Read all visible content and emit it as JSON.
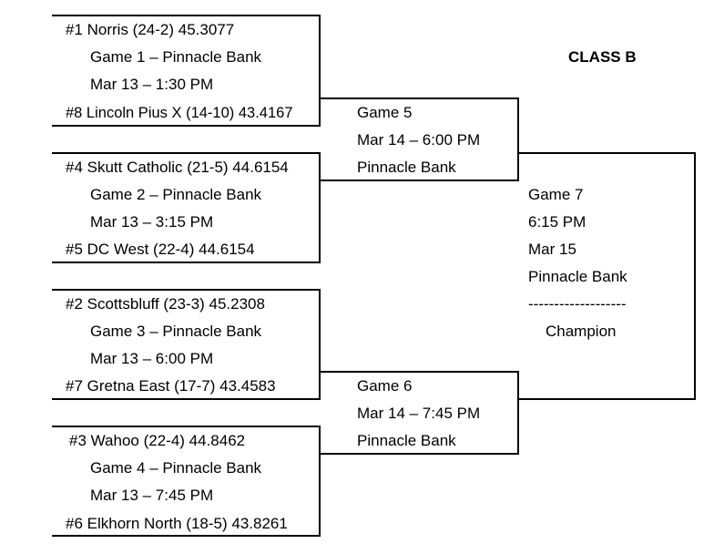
{
  "title": "CLASS B",
  "round1": [
    {
      "top_team": "#1 Norris (24-2) 45.3077",
      "game": "Game 1 – Pinnacle Bank",
      "time": "Mar 13 – 1:30 PM",
      "bottom_team": "#8 Lincoln Pius X (14-10) 43.4167"
    },
    {
      "top_team": "#4 Skutt Catholic (21-5) 44.6154",
      "game": "Game 2 – Pinnacle Bank",
      "time": "Mar 13 – 3:15 PM",
      "bottom_team": "#5 DC West (22-4) 44.6154"
    },
    {
      "top_team": "#2 Scottsbluff (23-3) 45.2308",
      "game": "Game 3 – Pinnacle Bank",
      "time": "Mar 13 – 6:00 PM",
      "bottom_team": "#7 Gretna East (17-7) 43.4583"
    },
    {
      "top_team": "#3 Wahoo (22-4) 44.8462",
      "game": "Game 4 – Pinnacle Bank",
      "time": "Mar 13 – 7:45 PM",
      "bottom_team": "#6 Elkhorn North (18-5) 43.8261"
    }
  ],
  "semifinals": [
    {
      "game": "Game 5",
      "time": "Mar 14 – 6:00 PM",
      "venue": "Pinnacle Bank"
    },
    {
      "game": "Game 6",
      "time": "Mar 14 – 7:45 PM",
      "venue": "Pinnacle Bank"
    }
  ],
  "final": {
    "game": "Game 7",
    "time": "6:15 PM",
    "date": "Mar 15",
    "venue": "Pinnacle Bank",
    "divider": "-------------------",
    "result": "Champion"
  }
}
